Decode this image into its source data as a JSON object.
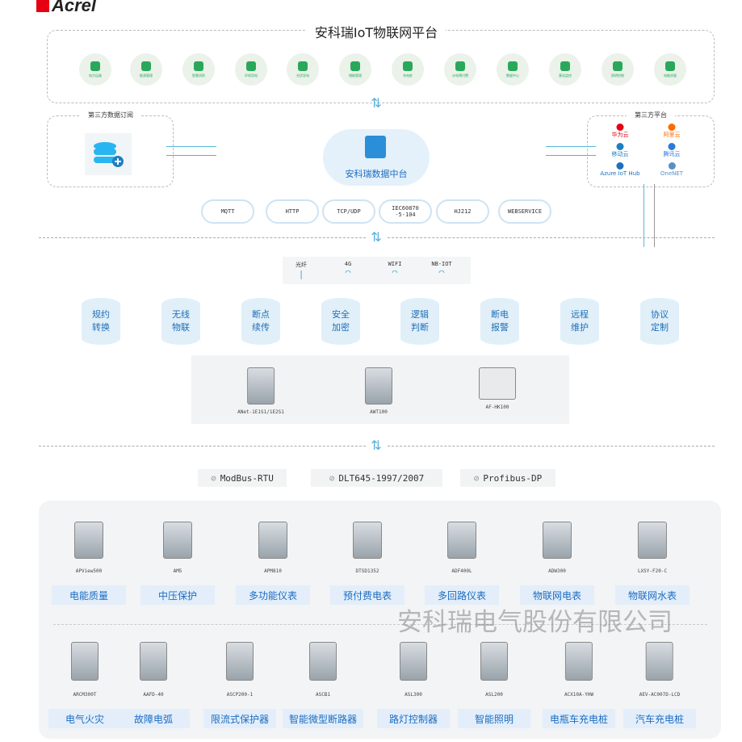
{
  "logo": "Acrel",
  "platform": {
    "title": "安科瑞IoT物联网平台",
    "apps": [
      "电力运维",
      "能源管理",
      "智慧消防",
      "环保用电",
      "光伏发电",
      "储能管理",
      "充电桩",
      "水电预付费",
      "数据中心",
      "基站监控",
      "照明控制",
      "电能质量"
    ]
  },
  "subscription": {
    "title": "第三方数据订阅",
    "icon": "database-add-icon"
  },
  "datacenter": {
    "label": "安科瑞数据中台"
  },
  "third_party": {
    "title": "第三方平台",
    "platforms": [
      "华为云",
      "阿里云",
      "移动云",
      "腾讯云",
      "Azure IoT Hub",
      "OneNET"
    ]
  },
  "protocols_cloud": [
    "MQTT",
    "HTTP",
    "TCP/UDP",
    "IEC60870\n-5-104",
    "HJ212",
    "WEBSERVICE"
  ],
  "networks": [
    "光纤",
    "4G",
    "WIFI",
    "NB-IOT"
  ],
  "features": [
    "规约\n转换",
    "无线\n物联",
    "断点\n续传",
    "安全\n加密",
    "逻辑\n判断",
    "断电\n报警",
    "远程\n维护",
    "协议\n定制"
  ],
  "gateways": [
    "ANet-1E1S1/1E2S1",
    "AWT100",
    "AF-HK100"
  ],
  "field_protocols": [
    "ModBus-RTU",
    "DLT645-1997/2007",
    "Profibus-DP"
  ],
  "row1": [
    {
      "model": "APView500",
      "category": "电能质量"
    },
    {
      "model": "AM5",
      "category": "中压保护"
    },
    {
      "model": "APM810",
      "category": "多功能仪表"
    },
    {
      "model": "DTSD1352",
      "category": "预付费电表"
    },
    {
      "model": "ADF400L",
      "category": "多回路仪表"
    },
    {
      "model": "ADW300",
      "category": "物联网电表"
    },
    {
      "model": "LXSY-F20-C",
      "category": "物联网水表"
    }
  ],
  "row2": [
    {
      "model": "ARCM300T",
      "category": "电气火灾"
    },
    {
      "model": "AAFD-40",
      "category": "故障电弧"
    },
    {
      "model": "ASCP200-1",
      "category": "限流式保护器"
    },
    {
      "model": "ASCB1",
      "category": "智能微型断路器"
    },
    {
      "model": "ASL300",
      "category": "路灯控制器"
    },
    {
      "model": "ASL200",
      "category": "智能照明"
    },
    {
      "model": "ACX10A-YHW",
      "category": "电瓶车充电桩"
    },
    {
      "model": "AEV-AC007D-LCD",
      "category": "汽车充电桩"
    }
  ],
  "watermark": "安科瑞电气股份有限公司",
  "colors": {
    "green": "#2aa85a",
    "blue": "#1c6cc0",
    "red": "#e60012"
  }
}
